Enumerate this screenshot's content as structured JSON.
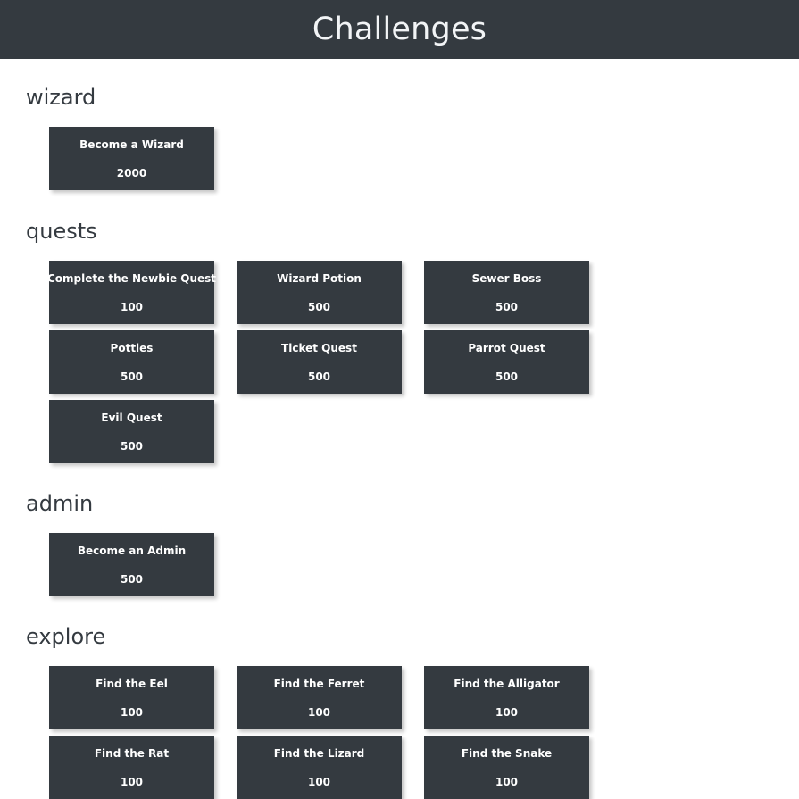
{
  "header": {
    "title": "Challenges",
    "background_color": "#343a40",
    "title_color": "#f2f4f6"
  },
  "theme": {
    "card_background": "#343a40",
    "card_text": "#ffffff",
    "heading_color": "#343a40",
    "page_background": "#ffffff"
  },
  "sections": [
    {
      "name": "wizard",
      "heading": "wizard",
      "cards": [
        {
          "title": "Become a Wizard",
          "value": "2000"
        }
      ]
    },
    {
      "name": "quests",
      "heading": "quests",
      "cards": [
        {
          "title": "Complete the Newbie Quest",
          "value": "100"
        },
        {
          "title": "Wizard Potion",
          "value": "500"
        },
        {
          "title": "Sewer Boss",
          "value": "500"
        },
        {
          "title": "Pottles",
          "value": "500"
        },
        {
          "title": "Ticket Quest",
          "value": "500"
        },
        {
          "title": "Parrot Quest",
          "value": "500"
        },
        {
          "title": "Evil Quest",
          "value": "500"
        }
      ]
    },
    {
      "name": "admin",
      "heading": "admin",
      "cards": [
        {
          "title": "Become an Admin",
          "value": "500"
        }
      ]
    },
    {
      "name": "explore",
      "heading": "explore",
      "cards": [
        {
          "title": "Find the Eel",
          "value": "100"
        },
        {
          "title": "Find the Ferret",
          "value": "100"
        },
        {
          "title": "Find the Alligator",
          "value": "100"
        },
        {
          "title": "Find the Rat",
          "value": "100"
        },
        {
          "title": "Find the Lizard",
          "value": "100"
        },
        {
          "title": "Find the Snake",
          "value": "100"
        }
      ]
    }
  ]
}
